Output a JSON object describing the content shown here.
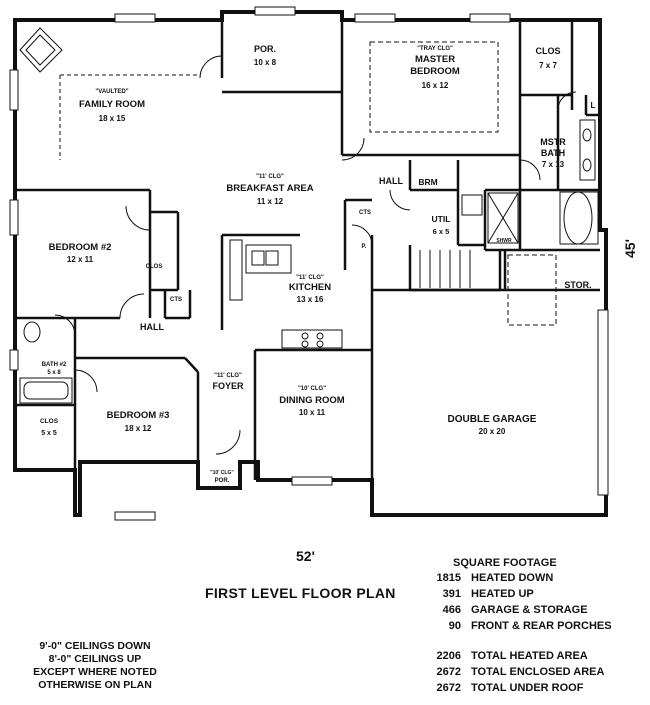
{
  "plan": {
    "title": "FIRST LEVEL FLOOR PLAN",
    "width_dim": "52'",
    "depth_dim": "45'",
    "rooms": [
      {
        "id": "family-room",
        "note": "\"VAULTED\"",
        "name": "FAMILY ROOM",
        "size": "18 x 15"
      },
      {
        "id": "porch-rear",
        "note": "",
        "name": "POR.",
        "size": "10 x 8"
      },
      {
        "id": "master-bedroom",
        "note": "\"TRAY CLG\"",
        "name": "MASTER BEDROOM",
        "size": "16 x 12"
      },
      {
        "id": "closet-master",
        "note": "",
        "name": "CLOS",
        "size": "7 x 7"
      },
      {
        "id": "master-bath",
        "note": "",
        "name": "MSTR BATH",
        "size": "7 x 13"
      },
      {
        "id": "breakfast-area",
        "note": "\"11' CLG\"",
        "name": "BREAKFAST AREA",
        "size": "11 x 12"
      },
      {
        "id": "hall-upper",
        "note": "",
        "name": "HALL",
        "size": ""
      },
      {
        "id": "brm",
        "note": "",
        "name": "BRM",
        "size": ""
      },
      {
        "id": "cts-upper",
        "note": "",
        "name": "CTS",
        "size": ""
      },
      {
        "id": "utility",
        "note": "",
        "name": "UTIL",
        "size": "6 x 5"
      },
      {
        "id": "shower",
        "note": "",
        "name": "SHWR",
        "size": ""
      },
      {
        "id": "pantry",
        "note": "",
        "name": "P.",
        "size": ""
      },
      {
        "id": "bedroom-2",
        "note": "",
        "name": "BEDROOM #2",
        "size": "12 x 11"
      },
      {
        "id": "closet-bed2",
        "note": "",
        "name": "CLOS",
        "size": ""
      },
      {
        "id": "kitchen",
        "note": "\"11' CLG\"",
        "name": "KITCHEN",
        "size": "13 x 16"
      },
      {
        "id": "cts-lower",
        "note": "",
        "name": "CTS",
        "size": ""
      },
      {
        "id": "hall-lower",
        "note": "",
        "name": "HALL",
        "size": ""
      },
      {
        "id": "storage",
        "note": "",
        "name": "STOR.",
        "size": ""
      },
      {
        "id": "bath-2",
        "note": "",
        "name": "BATH #2",
        "size": "5 x 8"
      },
      {
        "id": "foyer",
        "note": "\"11' CLG\"",
        "name": "FOYER",
        "size": ""
      },
      {
        "id": "dining-room",
        "note": "\"10' CLG\"",
        "name": "DINING ROOM",
        "size": "10 x 11"
      },
      {
        "id": "closet-bed3",
        "note": "",
        "name": "CLOS",
        "size": "5 x 5"
      },
      {
        "id": "bedroom-3",
        "note": "",
        "name": "BEDROOM #3",
        "size": "18 x 12"
      },
      {
        "id": "double-garage",
        "note": "",
        "name": "DOUBLE GARAGE",
        "size": "20 x 20"
      },
      {
        "id": "porch-front",
        "note": "\"10' CLG\"",
        "name": "POR.",
        "size": ""
      },
      {
        "id": "linen",
        "note": "",
        "name": "L",
        "size": ""
      }
    ]
  },
  "square_footage": {
    "heading": "SQUARE FOOTAGE",
    "rows": [
      {
        "value": "1815",
        "label": "HEATED DOWN"
      },
      {
        "value": "391",
        "label": "HEATED UP"
      },
      {
        "value": "466",
        "label": "GARAGE & STORAGE"
      },
      {
        "value": "90",
        "label": "FRONT & REAR PORCHES"
      },
      {
        "value": "2206",
        "label": "TOTAL HEATED AREA"
      },
      {
        "value": "2672",
        "label": "TOTAL ENCLOSED AREA"
      },
      {
        "value": "2672",
        "label": "TOTAL UNDER ROOF"
      }
    ]
  },
  "ceiling_notes": [
    "9'-0\" CEILINGS DOWN",
    "8'-0\" CEILINGS UP",
    "EXCEPT WHERE NOTED",
    "OTHERWISE ON PLAN"
  ]
}
